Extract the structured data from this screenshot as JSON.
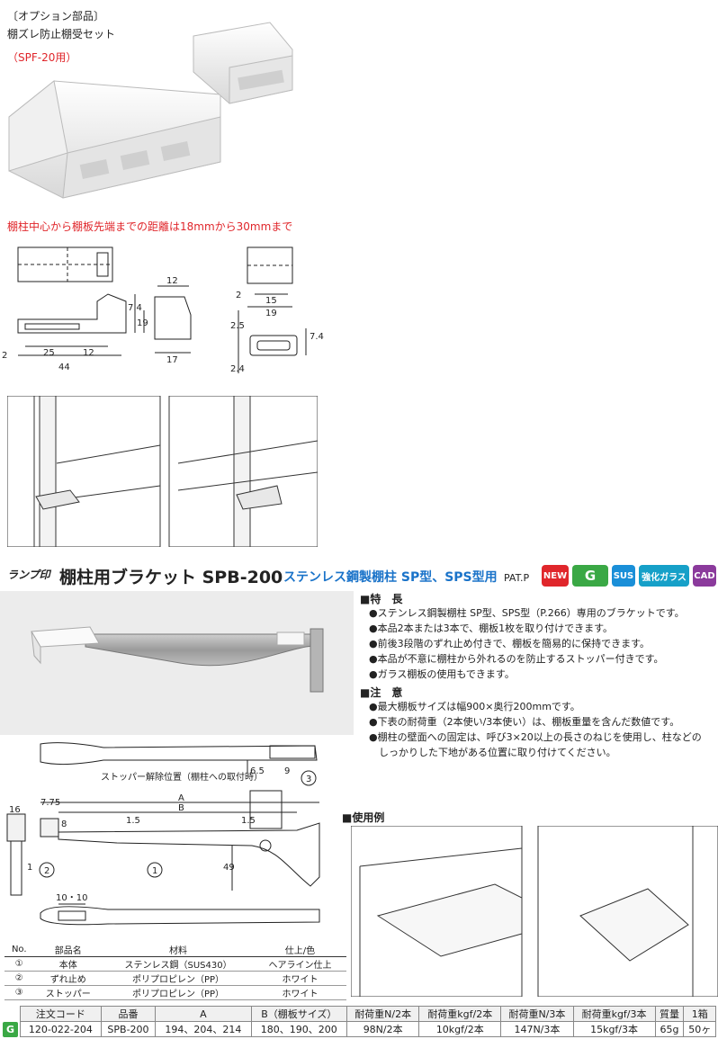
{
  "top": {
    "line1": "〔オプション部品〕",
    "line2": "棚ズレ防止棚受セット",
    "line3": "（SPF-20用）",
    "distance_note": "棚柱中心から棚板先端までの距離は18mmから30mmまで"
  },
  "top_dims": {
    "d12": "12",
    "d74": "7.4",
    "d19": "19",
    "d2": "2",
    "d25": "25",
    "d12b": "12",
    "d44": "44",
    "d17": "17",
    "r2": "2",
    "r15": "15",
    "r19": "19",
    "r25": "2.5",
    "r74": "7.4",
    "r24": "2.4"
  },
  "header": {
    "brand": "ランプ印",
    "title": "棚柱用ブラケット SPB-200",
    "subtitle": "ステンレス鋼製棚柱 SP型、SPS型用",
    "patent": "PAT.P",
    "badges": {
      "new": "NEW",
      "g": "G",
      "sus": "SUS",
      "glass": "強化ガラス",
      "cad": "CAD"
    },
    "colors": {
      "new": "#e0262b",
      "g": "#3aa845",
      "sus": "#1a8fd8",
      "glass": "#16a0c8",
      "cad": "#8b3a9c"
    }
  },
  "features": {
    "heading": "■特　長",
    "items": [
      "●ステンレス鋼製棚柱 SP型、SPS型（P.266）専用のブラケットです。",
      "●本品2本または3本で、棚板1枚を取り付けできます。",
      "●前後3段階のずれ止め付きで、棚板を簡易的に保持できます。",
      "●本品が不意に棚柱から外れるのを防止するストッパー付きです。",
      "●ガラス棚板の使用もできます。"
    ]
  },
  "notes": {
    "heading": "■注　意",
    "items": [
      "●最大棚板サイズは幅900×奥行200mmです。",
      "●下表の耐荷重（2本使い/3本使い）は、棚板重量を含んだ数値です。",
      "●棚柱の壁面への固定は、呼び3×20以上の長さのねじを使用し、柱などの",
      "　しっかりした下地がある位置に取り付けてください。"
    ]
  },
  "drawing": {
    "stopper_note": "ストッパー解除位置（棚柱への取付時）",
    "d65": "6.5",
    "d9": "9",
    "d16": "16",
    "d775": "7.75",
    "dA": "A",
    "dB": "B",
    "d8": "8",
    "d15a": "1.5",
    "d15b": "1.5",
    "d49": "49",
    "d1": "1",
    "d1010": "10・10",
    "c1": "1",
    "c2": "2",
    "c3": "3"
  },
  "usage_heading": "■使用例",
  "parts_table": {
    "headers": [
      "No.",
      "部品名",
      "材料",
      "仕上/色"
    ],
    "rows": [
      [
        "①",
        "本体",
        "ステンレス鋼（SUS430）",
        "ヘアライン仕上"
      ],
      [
        "②",
        "ずれ止め",
        "ポリプロピレン（PP）",
        "ホワイト"
      ],
      [
        "③",
        "ストッパー",
        "ポリプロピレン（PP）",
        "ホワイト"
      ]
    ]
  },
  "spec_table": {
    "headers": [
      "注文コード",
      "品番",
      "A",
      "B（棚板サイズ）",
      "耐荷重N/2本",
      "耐荷重kgf/2本",
      "耐荷重N/3本",
      "耐荷重kgf/3本",
      "質量",
      "1箱"
    ],
    "row": [
      "120-022-204",
      "SPB-200",
      "194、204、214",
      "180、190、200",
      "98N/2本",
      "10kgf/2本",
      "147N/3本",
      "15kgf/3本",
      "65g",
      "50ヶ"
    ],
    "g_mark": "G"
  }
}
